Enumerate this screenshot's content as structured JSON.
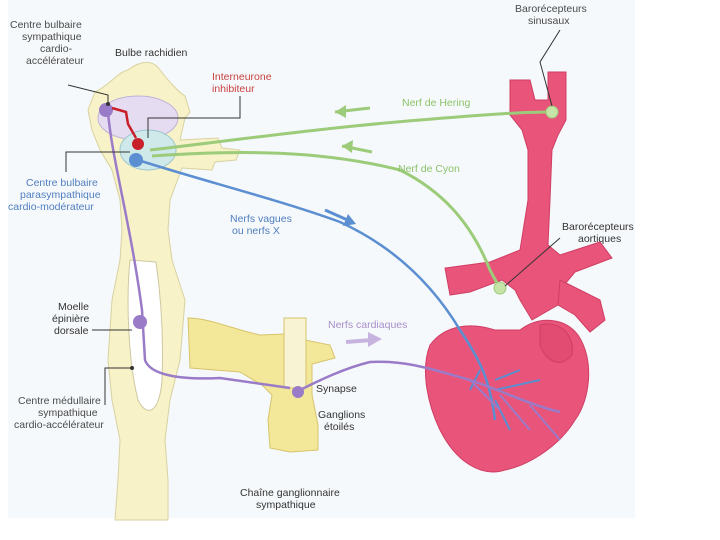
{
  "labels": {
    "centre_bulbaire_sympathique": [
      "Centre bulbaire",
      "sympathique",
      "cardio-",
      "accélérateur"
    ],
    "bulbe_rachidien": "Bulbe rachidien",
    "interneurone": [
      "Interneurone",
      "inhibiteur"
    ],
    "barorecepteurs_sinusaux": [
      "Barorécepteurs",
      "sinusaux"
    ],
    "nerf_hering": "Nerf de Hering",
    "nerf_cyon": "Nerf de Cyon",
    "centre_parasympathique": [
      "Centre bulbaire",
      "parasympathique",
      "cardio-modérateur"
    ],
    "nerfs_vagues": [
      "Nerfs vagues",
      "ou nerfs X"
    ],
    "barorecepteurs_aortiques": [
      "Barorécepteurs",
      "aortiques"
    ],
    "moelle": [
      "Moelle",
      "épinière",
      "dorsale"
    ],
    "nerfs_cardiaques": "Nerfs cardiaques",
    "synapse": "Synapse",
    "ganglions": [
      "Ganglions",
      "étoilés"
    ],
    "centre_medullaire": [
      "Centre médullaire",
      "sympathique",
      "cardio-accélérateur"
    ],
    "chaine": [
      "Chaîne ganglionnaire",
      "sympathique"
    ]
  },
  "colors": {
    "spinal_cord": "#f7f2c8",
    "ganglia": "#f3e79a",
    "heart": "#e9547a",
    "green_nerve": "#9ccb7a",
    "blue_nerve": "#5b8fd1",
    "purple_nerve": "#9a7bc8",
    "red_neuron": "#c8202a",
    "text": "#4a4a4a"
  }
}
